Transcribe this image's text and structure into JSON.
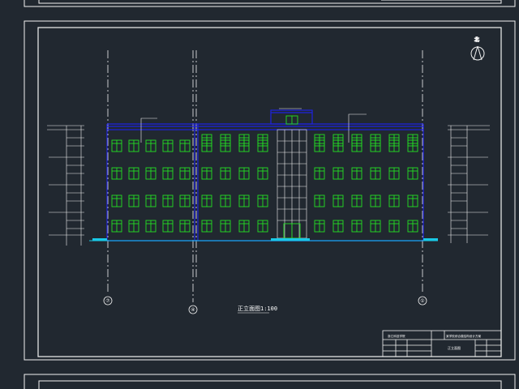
{
  "colors": {
    "background": "#212830",
    "frame": "#f2f2f2",
    "building": "#1e22e0",
    "windows": "#23e023",
    "ground": "#19c8e6"
  },
  "drawing": {
    "title": "正立面图1:100",
    "north_symbol": "north-arrow-icon",
    "axis_labels": [
      "⑦",
      "④",
      "①"
    ]
  },
  "title_block": {
    "school": "浙江科技学院",
    "project": "某学校综合楼结构设计方案",
    "sheet_name": "正立面图"
  }
}
